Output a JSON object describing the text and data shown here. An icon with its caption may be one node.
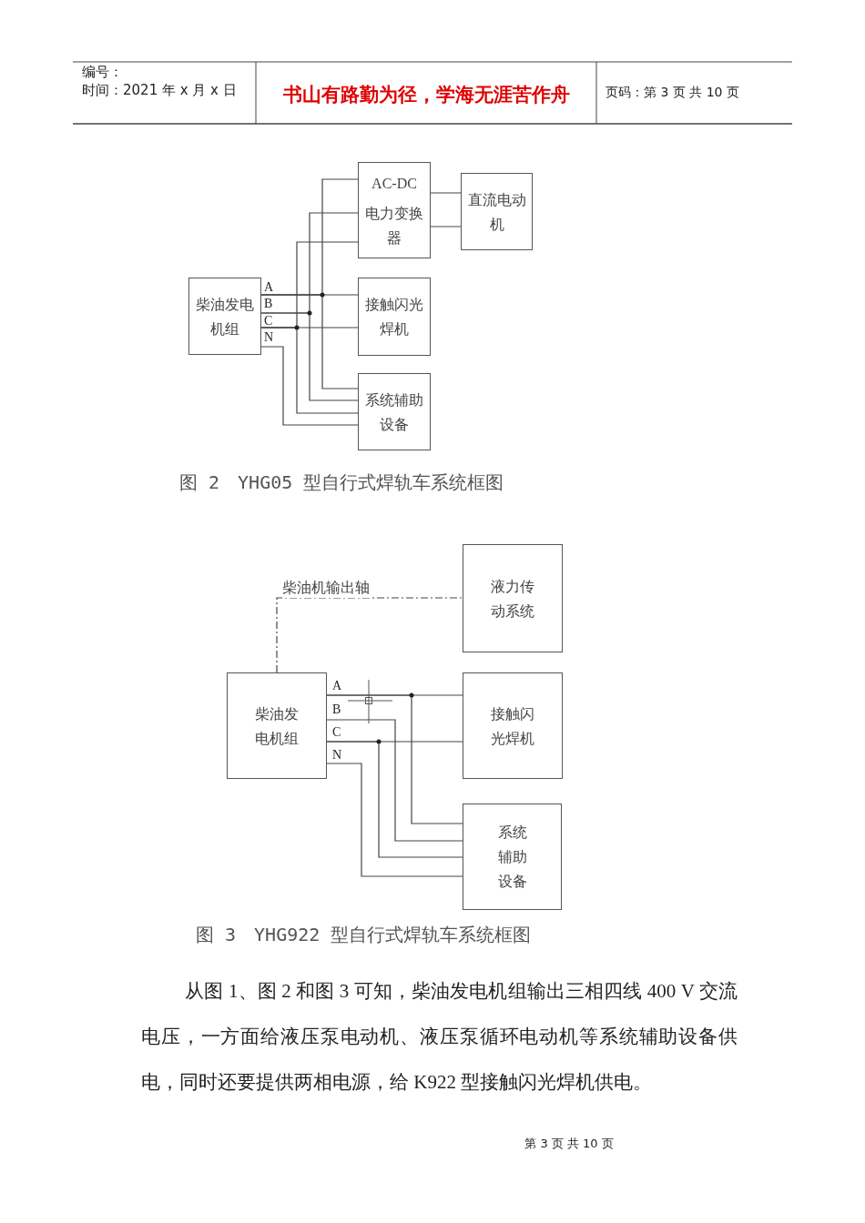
{
  "diagram": {
    "nodes": [
      {
        "text": [
          "柴油发电机组"
        ]
      },
      {
        "text": [
          "AC-DC",
          "电力变换器"
        ]
      },
      {
        "text": [
          "直流电动机"
        ]
      },
      {
        "text": [
          "接触闪光焊机"
        ]
      },
      {
        "text": [
          "系统辅助设备"
        ]
      },
      {
        "text": [
          "柴油发电机组"
        ]
      },
      {
        "text": [
          "液力传动系统"
        ]
      },
      {
        "text": [
          "接触闪光焊机"
        ]
      },
      {
        "text": [
          "系统辅助设备"
        ]
      }
    ],
    "edges": [
      {
        "from": 0,
        "to": 3,
        "arrow": "none"
      },
      {
        "from": 0,
        "to": 1,
        "arrow": "none"
      },
      {
        "from": 0,
        "to": 4,
        "arrow": "none"
      },
      {
        "from": 0,
        "to": 1,
        "arrow": "none"
      },
      {
        "from": 0,
        "to": 4,
        "arrow": "none"
      },
      {
        "from": 0,
        "to": 3,
        "arrow": "none"
      },
      {
        "from": 0,
        "to": 1,
        "arrow": "none"
      },
      {
        "from": 0,
        "to": 4,
        "arrow": "none"
      },
      {
        "from": 0,
        "to": 4,
        "arrow": "none"
      },
      {
        "from": 1,
        "to": 2,
        "arrow": "none"
      },
      {
        "from": 1,
        "to": 2,
        "arrow": "none"
      },
      {
        "from": 5,
        "to": 6,
        "arrow": "none",
        "label": "柴油机输出轴",
        "style": "dashed"
      },
      {
        "from": 5,
        "to": 7,
        "arrow": "none"
      },
      {
        "from": 5,
        "to": 8,
        "arrow": "none"
      },
      {
        "from": 5,
        "to": 8,
        "arrow": "none"
      },
      {
        "from": 5,
        "to": 7,
        "arrow": "none"
      },
      {
        "from": 5,
        "to": 8,
        "arrow": "none"
      },
      {
        "from": 5,
        "to": 8,
        "arrow": "none"
      }
    ],
    "labels": [
      "编号：",
      "时间：2021 年 x 月 x 日",
      "书山有路勤为径，学海无涯苦作舟",
      "页码：第 3 页 共 10 页",
      "A",
      "B",
      "C",
      "N",
      "图 2　YHG05 型自行式焊轨车系统框图",
      "A",
      "B",
      "C",
      "N",
      "图 3　YHG922 型自行式焊轨车系统框图",
      "从图 1、图 2 和图 3 可知，柴油发电机组输出三相四线 400 V 交流电压，一方面给液压泵电动机、液压泵循环电动机等系统辅助设备供电，同时还要提供两相电源，给 K922 型接触闪光焊机供电。",
      "第 3 页 共 10 页"
    ]
  }
}
